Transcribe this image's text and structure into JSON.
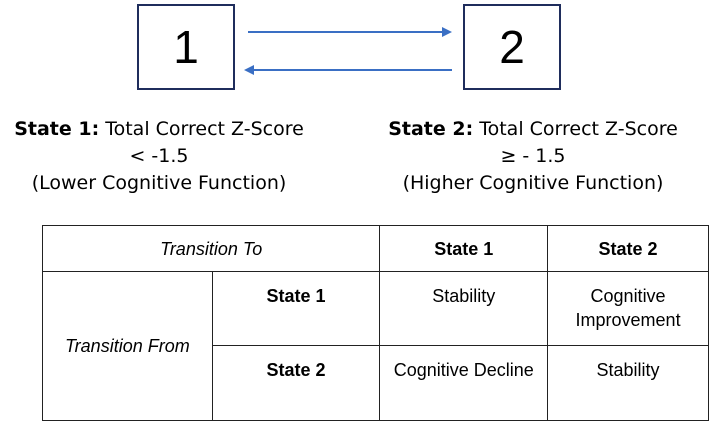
{
  "states": {
    "box1_label": "1",
    "box2_label": "2",
    "s1": {
      "title": "State 1:",
      "criterion": "Total Correct Z-Score",
      "threshold": "< -1.5",
      "meaning": "(Lower Cognitive Function)"
    },
    "s2": {
      "title": "State 2:",
      "criterion": "Total Correct Z-Score",
      "threshold": "≥ - 1.5",
      "meaning": "(Higher Cognitive Function)"
    }
  },
  "table": {
    "transition_to": "Transition To",
    "transition_from": "Transition From",
    "col_state1": "State 1",
    "col_state2": "State 2",
    "row_state1": "State 1",
    "row_state2": "State 2",
    "cells": {
      "r1c1": "Stability",
      "r1c2": "Cognitive Improvement",
      "r2c1": "Cognitive Decline",
      "r2c2": "Stability"
    }
  },
  "colors": {
    "box_border": "#1f2d5c",
    "arrow": "#3a6fc4"
  }
}
